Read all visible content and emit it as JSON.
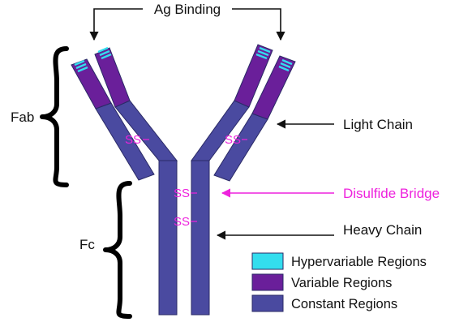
{
  "labels": {
    "ag_binding": "Ag Binding",
    "fab": "Fab",
    "fc": "Fc",
    "light_chain": "Light Chain",
    "disulfide_bridge": "Disulfide Bridge",
    "heavy_chain": "Heavy Chain"
  },
  "disulfide_marks": [
    "SS",
    "SS",
    "SS",
    "SS"
  ],
  "legend": [
    {
      "label": "Hypervariable Regions",
      "color": "#33ddee"
    },
    {
      "label": "Variable Regions",
      "color": "#6a1f9a"
    },
    {
      "label": "Constant Regions",
      "color": "#4a4aa0"
    }
  ],
  "colors": {
    "hypervariable": "#33ddee",
    "variable": "#6a1f9a",
    "constant": "#4a4aa0",
    "disulfide": "#ee22dd",
    "stroke": "#2a2a66",
    "text": "#111111"
  }
}
